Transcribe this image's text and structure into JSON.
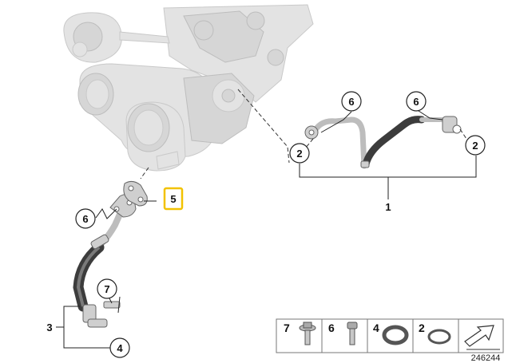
{
  "callouts": {
    "c1": "1",
    "c2a": "2",
    "c2b": "2",
    "c3": "3",
    "c4": "4",
    "c5": "5",
    "c6a": "6",
    "c6b": "6",
    "c6c": "6",
    "c7": "7"
  },
  "legend": {
    "items": [
      {
        "number": "7",
        "icon": "bolt-with-washer-icon"
      },
      {
        "number": "6",
        "icon": "hex-socket-bolt-icon"
      },
      {
        "number": "4",
        "icon": "o-ring-icon"
      },
      {
        "number": "2",
        "icon": "sealing-ring-icon"
      }
    ],
    "arrow_icon": "wrench-arrow-icon"
  },
  "diagram_number": "246244",
  "colors": {
    "highlight": "#f2c200",
    "ghost_part": "#e3e3e3",
    "hose": "#3c3c3c"
  }
}
